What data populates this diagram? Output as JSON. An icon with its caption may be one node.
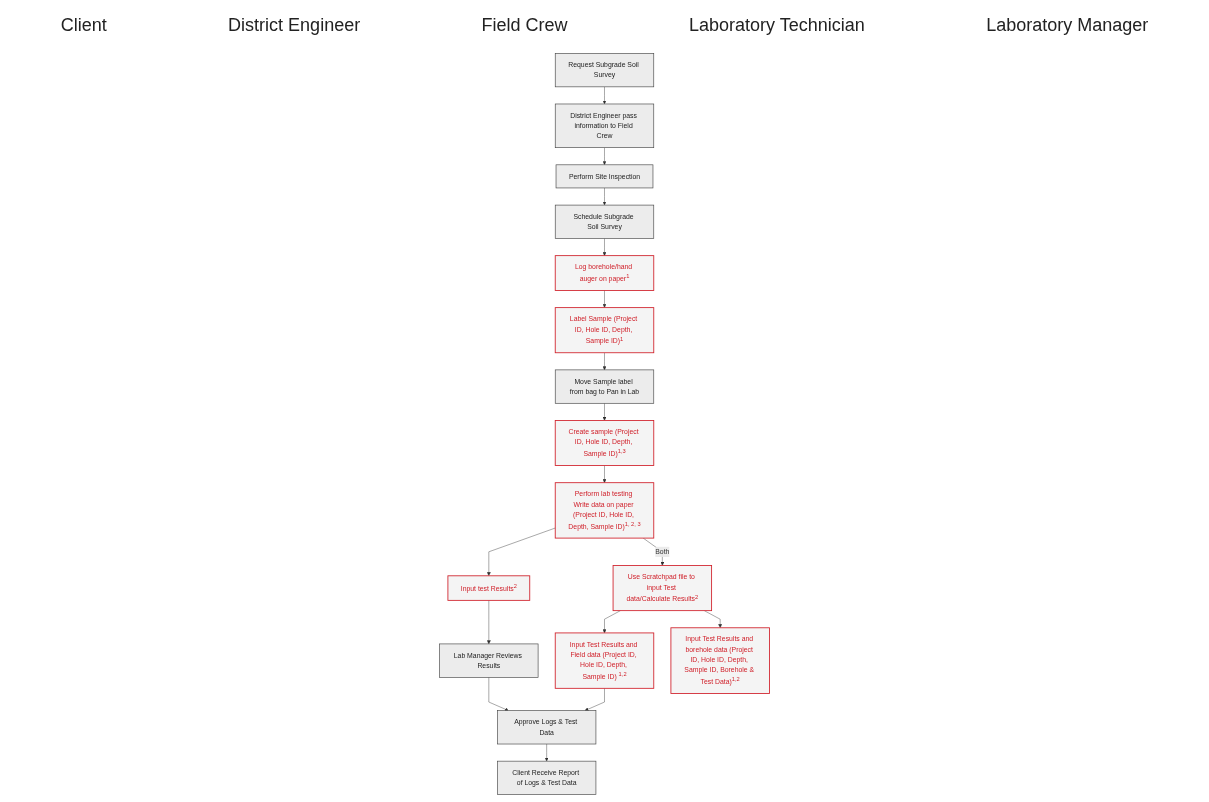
{
  "diagram": {
    "nodes": [
      {
        "text": [
          "Request Subgrade Soil Survey"
        ]
      },
      {
        "text": [
          "District Engineer pass information to Field Crew"
        ]
      },
      {
        "text": [
          "Lab Manager Reviews Results"
        ]
      },
      {
        "text": [
          "Perform Site Inspection"
        ]
      },
      {
        "text": [
          "Input Test Results and Field data (Project ID, Hole ID, Depth, Sample ID) $^{1,2}$"
        ]
      },
      {
        "text": [
          "Input Test Results and borehole data (Project ID, Hole ID, Depth, Sample ID, Borehole & Test Data)$^{1,2}$"
        ]
      },
      {
        "text": [
          "Client Receive Report of Logs & Test Data"
        ]
      },
      {
        "text": [
          "Approve Logs & Test Data"
        ]
      },
      {
        "text": [
          "Schedule Subgrade Soil Survey"
        ]
      },
      {
        "text": [
          "Use Scratchpad file to input Test data/Calculate Results$^{2}$"
        ]
      },
      {
        "text": [
          "Input test Results$^{2}$"
        ]
      },
      {
        "text": [
          "Log borehole/hand auger on paper$^{1}$"
        ]
      },
      {
        "text": [
          "Perform lab testing Write data on paper (Project ID, Hole ID, Depth, Sample ID)$^{1, 2, 3}$"
        ]
      },
      {
        "text": [
          "Label Sample (Project ID, Hole ID, Depth, Sample ID)$^{1}$"
        ]
      },
      {
        "text": [
          "Move Sample label from bag to Pan in Lab"
        ]
      },
      {
        "text": [
          "Create sample (Project ID, Hole ID, Depth, Sample ID)$^{1,3}$"
        ]
      }
    ],
    "edges": [
      {
        "from": 0,
        "to": 1,
        "arrow": "to"
      },
      {
        "from": 1,
        "to": 3,
        "arrow": "to"
      },
      {
        "from": 2,
        "to": 7,
        "arrow": "to"
      },
      {
        "from": 4,
        "to": 7,
        "arrow": "to"
      },
      {
        "from": 7,
        "to": 6,
        "arrow": "to"
      },
      {
        "from": 3,
        "to": 8,
        "arrow": "to"
      },
      {
        "from": 8,
        "to": 11,
        "arrow": "to"
      },
      {
        "from": 11,
        "to": 13,
        "arrow": "to"
      },
      {
        "from": 13,
        "to": 14,
        "arrow": "to"
      },
      {
        "from": 14,
        "to": 15,
        "arrow": "to"
      },
      {
        "from": 15,
        "to": 12,
        "arrow": "to"
      },
      {
        "from": 12,
        "to": 9,
        "arrow": "to",
        "label": "Both"
      },
      {
        "from": 12,
        "to": 10,
        "arrow": "to"
      },
      {
        "from": 9,
        "to": 4,
        "arrow": "to"
      },
      {
        "from": 9,
        "to": 5,
        "arrow": "to"
      },
      {
        "from": 10,
        "to": 2,
        "arrow": "to"
      }
    ],
    "labels": [
      "Client",
      "District Engineer",
      "Field Crew",
      "Laboratory Technician",
      "Laboratory Manager"
    ]
  }
}
